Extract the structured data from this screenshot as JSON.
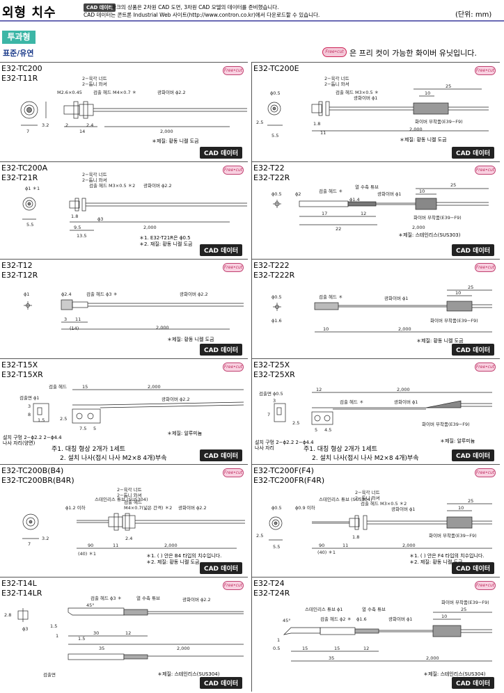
{
  "header": {
    "title": "외형 치수",
    "cad_badge": "CAD 데이터",
    "line1": "마크의 상품은 2차원 CAD 도면, 3차원 CAD 모델의 데이터를 준비했습니다.",
    "line2": "CAD 데이터는 콘트론 Industrial Web 사이트(http://www.contron.co.kr)에서 다운로드할 수 있습니다.",
    "unit": "(단위: mm)"
  },
  "category": {
    "name": "투과형",
    "sub": "표준/유연",
    "freecut_badge": "Free•cut",
    "freecut_note": "은 프리 컷이 가능한 화이버 유닛입니다."
  },
  "common": {
    "freecut": "Free•cut",
    "cad": "CAD 데이터",
    "len2000": "2,000",
    "fiber22": "광화이버 ϕ2.2",
    "fiber1": "광화이버 ϕ1",
    "attach": "화이버 부착품(E39−F9)",
    "sus303": "＊제질: 스테인리스(SUS303)",
    "sus304": "＊제질: 스테인리스(SUS304)",
    "al": "＊제질: 알루미늄",
    "brass": "＊제질: 황동 니켈 도금",
    "dim25": "25",
    "dim10": "10"
  },
  "panels": [
    {
      "id": "tc200",
      "m1": "E32-TC200",
      "m2": "E32-T11R",
      "nut": "2−육각 너트",
      "washer": "2−톱니 와셔",
      "head": "검출 헤드 M4×0.7 ＊",
      "thread": "M2.6×0.45",
      "d7": "7",
      "d32": "3.2",
      "d2": "2",
      "d14": "14",
      "d24": "2.4"
    },
    {
      "id": "tc200e",
      "m1": "E32-TC200E",
      "nut": "2−육각 너트",
      "washer": "2−톱니 와셔",
      "head": "검출 헤드 M3×0.5 ＊",
      "dia05": "ϕ0.5",
      "d25": "2.5",
      "d55": "5.5",
      "d18": "1.8",
      "d11": "11"
    },
    {
      "id": "tc200a",
      "m1": "E32-TC200A",
      "m2": "E32-T21R",
      "nut": "2−육각 너트",
      "washer": "2−톱니 와셔",
      "head": "검출 헤드 M3×0.5 ＊2",
      "dia1": "ϕ1 ＊1",
      "d55": "5.5",
      "d18": "1.8",
      "d3": "ϕ3",
      "d95": "9.5",
      "d135": "13.5",
      "n1": "＊1. E32-T21R은 ϕ0.5",
      "n2": "＊2. 재질: 황동 니켈 도금"
    },
    {
      "id": "t22",
      "m1": "E32-T22",
      "m2": "E32-T22R",
      "dia05": "ϕ0.5",
      "dia2": "ϕ2",
      "head": "검출 헤드 ＊",
      "tube": "열 수축 튜브",
      "dia14": "ϕ1.4",
      "d17": "17",
      "d12": "12",
      "d22": "22"
    },
    {
      "id": "t12",
      "m1": "E32-T12",
      "m2": "E32-T12R",
      "dia1": "ϕ1",
      "dia24": "ϕ2.4",
      "head": "검출 헤드 ϕ3 ＊",
      "d3": "3",
      "d11": "11",
      "d14": "(14)"
    },
    {
      "id": "t222",
      "m1": "E32-T222",
      "m2": "E32-T222R",
      "dia05": "ϕ0.5",
      "dia16": "ϕ1.6",
      "head": "검출 헤드 ＊",
      "d10": "10"
    },
    {
      "id": "t15x",
      "m1": "E32-T15X",
      "m2": "E32-T15XR",
      "headlbl": "검출 헤드",
      "face": "검출면 ϕ1",
      "d15": "15",
      "d3": "3",
      "d8": "8",
      "d15b": "1.5",
      "d25": "2.5",
      "d75": "7.5",
      "d5": "5",
      "holes": "설치 구멍 2−ϕ2.2  2−ϕ4.4",
      "seat": "나사 자리(양면)",
      "note1": "주1. 대칭 형상 2개가 1세트",
      "note2": "2. 설치 나사(접시 나사 M2×8 4개)부속"
    },
    {
      "id": "t25x",
      "m1": "E32-T25X",
      "m2": "E32-T25XR",
      "face": "검출면 ϕ0.5",
      "head": "검출 헤드 ＊",
      "d12": "12",
      "d3": "3",
      "d7": "7",
      "d25": "2.5",
      "d5": "5",
      "d45": "4.5",
      "holes": "설치 구멍 2−ϕ2.2  2−ϕ4.4",
      "seat": "나사 자리",
      "note1": "주1. 대칭 형상 2개가 1세트",
      "note2": "2. 설치 나사(접시 나사 M2×8 4개)부속"
    },
    {
      "id": "tc200b",
      "m1": "E32-TC200B(B4)",
      "m2": "E32-TC200BR(B4R)",
      "dia12": "ϕ1.2 이하",
      "sus": "스테인리스 튜브 (SUS304)",
      "nut": "2−육각 너트",
      "washer": "2−톱니 와셔",
      "head": "검출 헤드",
      "headm": "M4×0.7(넓은 간격) ＊2",
      "d7": "7",
      "d32": "3.2",
      "d90": "90",
      "d40": "(40) ＊1",
      "d11": "11",
      "d24": "2.4",
      "n1": "＊1. (  ) 안은 B4 타입의 치수입니다.",
      "n2": "＊2. 제질: 황동 니켈 도금"
    },
    {
      "id": "tc200f",
      "m1": "E32-TC200F(F4)",
      "m2": "E32-TC200FR(F4R)",
      "dia09": "ϕ0.9 이하",
      "sus": "스테인리스 튜브 (SUS304)",
      "nut": "2−육각 너트",
      "washer": "2−톱니 와셔",
      "head": "검출 헤드 M3×0.5 ＊2",
      "dia05": "ϕ0.5",
      "d25": "2.5",
      "d55": "5.5",
      "d90": "90",
      "d40": "(40) ＊1",
      "d11": "11",
      "d18": "1.8",
      "n1": "＊1. (  ) 안은 F4 타입의 치수입니다.",
      "n2": "＊2. 제질: 황동 니켈 도금"
    },
    {
      "id": "t14l",
      "m1": "E32-T14L",
      "m2": "E32-T14LR",
      "head": "검출 헤드 ϕ3 ＊",
      "tube": "열 수축 튜브",
      "d28": "2.8",
      "dia3": "ϕ3",
      "a45": "45°",
      "d15": "1.5",
      "d1": "1",
      "d30": "30",
      "d12": "12",
      "d35": "35",
      "face": "검출면"
    },
    {
      "id": "t24",
      "m1": "E32-T24",
      "m2": "E32-T24R",
      "sus": "스테인리스 튜브 ϕ1",
      "head": "검출 헤드 ϕ2 ＊",
      "tube": "열 수축 튜브",
      "dia16": "ϕ1.6",
      "a45": "45°",
      "d1": "1",
      "d05": "0.5",
      "d15": "15",
      "d12": "12",
      "d35": "35"
    }
  ]
}
